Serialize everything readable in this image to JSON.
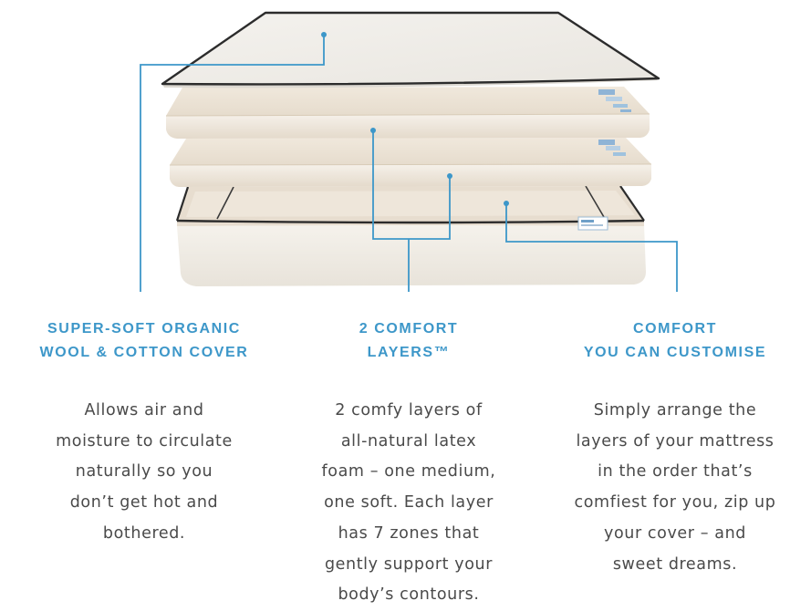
{
  "features": [
    {
      "title": "SUPER-SOFT ORGANIC\nWOOL & COTTON COVER",
      "body": "Allows air and\nmoisture to circulate\nnaturally  so you\ndon’t get hot and\nbothered."
    },
    {
      "title": "2 COMFORT\nLAYERS™",
      "body": "2 comfy layers of\nall-natural latex\nfoam – one medium,\none soft. Each layer\nhas 7 zones that\ngently support your\nbody’s contours."
    },
    {
      "title": "COMFORT\nYOU CAN CUSTOMISE",
      "body": "Simply arrange the\nlayers of your mattress\nin the order  that’s\ncomfiest for you, zip up\nyour cover – and\nsweet dreams."
    }
  ],
  "colors": {
    "accent": "#3d97c9",
    "body_text": "#4a4a4a",
    "cover": "#f1efe9",
    "latex": "#ece1d2",
    "piping": "#2c2c2c"
  }
}
